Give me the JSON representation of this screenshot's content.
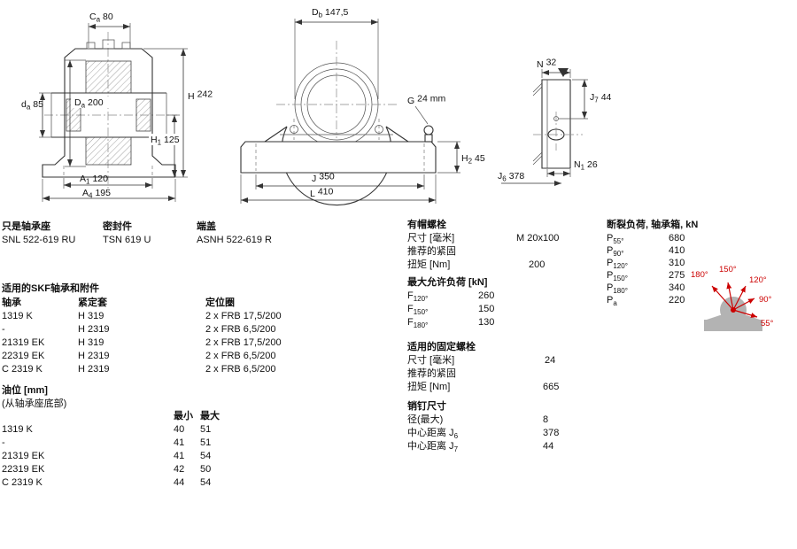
{
  "dims": {
    "front": {
      "Ca": {
        "sym": "C",
        "sub": "a",
        "val": "80"
      },
      "da": {
        "sym": "d",
        "sub": "a",
        "val": "85"
      },
      "Da": {
        "sym": "D",
        "sub": "a",
        "val": "200"
      },
      "H": {
        "sym": "H",
        "sub": "",
        "val": "242"
      },
      "H1": {
        "sym": "H",
        "sub": "1",
        "val": "125"
      },
      "A1": {
        "sym": "A",
        "sub": "1",
        "val": "120"
      },
      "A4": {
        "sym": "A",
        "sub": "4",
        "val": "195"
      }
    },
    "side": {
      "Db": {
        "sym": "D",
        "sub": "b",
        "val": "147,5"
      },
      "G": {
        "sym": "G",
        "sub": "",
        "val": "24 mm"
      },
      "H2": {
        "sym": "H",
        "sub": "2",
        "val": "45"
      },
      "J": {
        "sym": "J",
        "sub": "",
        "val": "350"
      },
      "L": {
        "sym": "L",
        "sub": "",
        "val": "410"
      }
    },
    "end": {
      "N": {
        "sym": "N",
        "sub": "",
        "val": "32"
      },
      "J7": {
        "sym": "J",
        "sub": "7",
        "val": "44"
      },
      "N1": {
        "sym": "N",
        "sub": "1",
        "val": "26"
      },
      "J6": {
        "sym": "J",
        "sub": "6",
        "val": "378"
      }
    }
  },
  "load_diagram": {
    "angles": [
      "180°",
      "150°",
      "120°",
      "90°",
      "55°"
    ]
  },
  "products": {
    "housing_label": "只是轴承座",
    "housing_value": "SNL 522-619 RU",
    "seal_label": "密封件",
    "seal_value": "TSN 619 U",
    "cover_label": "端盖",
    "cover_value": "ASNH 522-619 R"
  },
  "bearings": {
    "title": "适用的SKF轴承和附件",
    "col1": "轴承",
    "col2": "紧定套",
    "col3": "定位圈",
    "rows": [
      [
        "1319 K",
        "H 319",
        "2 x FRB 17,5/200"
      ],
      [
        "-",
        "H 2319",
        "2 x FRB 6,5/200"
      ],
      [
        "21319 EK",
        "H 319",
        "2 x FRB 17,5/200"
      ],
      [
        "22319 EK",
        "H 2319",
        "2 x FRB 6,5/200"
      ],
      [
        "C 2319 K",
        "H 2319",
        "2 x FRB 6,5/200"
      ]
    ]
  },
  "oil": {
    "title": "油位 [mm]",
    "subtitle": "(从轴承座底部)",
    "min_label": "最小",
    "max_label": "最大",
    "rows": [
      [
        "1319 K",
        "40",
        "51"
      ],
      [
        "-",
        "41",
        "51"
      ],
      [
        "21319 EK",
        "41",
        "54"
      ],
      [
        "22319 EK",
        "42",
        "50"
      ],
      [
        "C 2319 K",
        "44",
        "54"
      ]
    ]
  },
  "attach_bolts": {
    "title": "有帽螺栓",
    "size_label": "尺寸 [毫米]",
    "size_value": "M 20x100",
    "rec_label": "推荐的紧固",
    "torque_label": "扭矩 [Nm]",
    "torque_value": "200"
  },
  "max_load": {
    "title": "最大允许负荷 [kN]",
    "rows": [
      {
        "sym": "F",
        "sub": "120°",
        "val": "260"
      },
      {
        "sym": "F",
        "sub": "150°",
        "val": "150"
      },
      {
        "sym": "F",
        "sub": "180°",
        "val": "130"
      }
    ]
  },
  "fix_bolts": {
    "title": "适用的固定螺栓",
    "size_label": "尺寸 [毫米]",
    "size_value": "24",
    "rec_label": "推荐的紧固",
    "torque_label": "扭矩 [Nm]",
    "torque_value": "665"
  },
  "pins": {
    "title": "销钉尺寸",
    "dia_label": "径(最大)",
    "dia_value": "8",
    "j6_label": "中心距离 J",
    "j6_sub": "6",
    "j6_value": "378",
    "j7_label": "中心距离 J",
    "j7_sub": "7",
    "j7_value": "44"
  },
  "breaking_load": {
    "title": "断裂负荷, 轴承箱, kN",
    "rows": [
      {
        "sym": "P",
        "sub": "55°",
        "val": "680"
      },
      {
        "sym": "P",
        "sub": "90°",
        "val": "410"
      },
      {
        "sym": "P",
        "sub": "120°",
        "val": "310"
      },
      {
        "sym": "P",
        "sub": "150°",
        "val": "275"
      },
      {
        "sym": "P",
        "sub": "180°",
        "val": "340"
      },
      {
        "sym": "P",
        "sub": "a",
        "val": "220"
      }
    ]
  }
}
